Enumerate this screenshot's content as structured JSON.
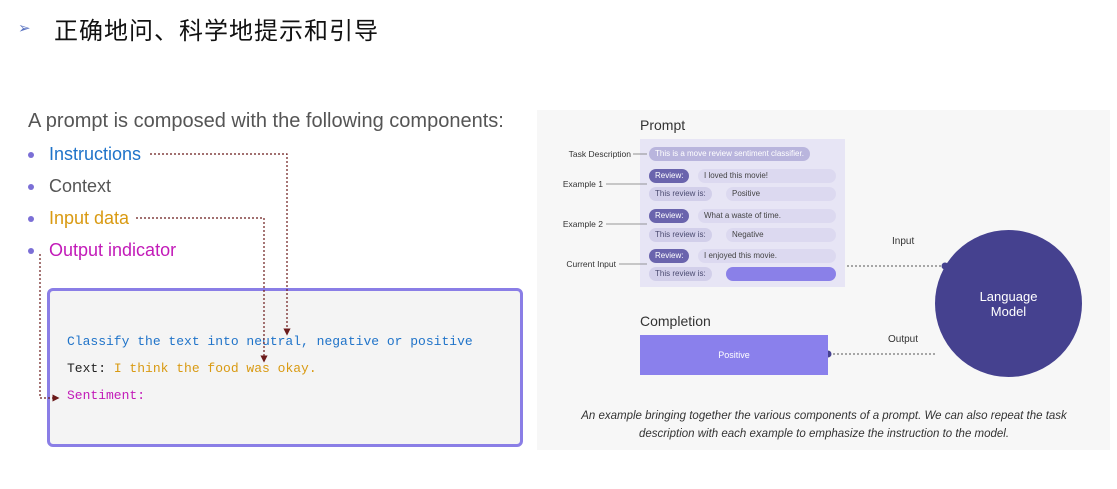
{
  "slide": {
    "bullet_glyph": "➢",
    "title": "正确地问、科学地提示和引导"
  },
  "left": {
    "intro": "A prompt is composed with the following components:",
    "components": [
      {
        "label": "Instructions",
        "color": "#1f73c9"
      },
      {
        "label": "Context",
        "color": "#555555"
      },
      {
        "label": "Input data",
        "color": "#d99a12"
      },
      {
        "label": "Output indicator",
        "color": "#c21ab8"
      }
    ],
    "code": {
      "line1": "Classify the text into neutral, negative or positive",
      "line1_color": "#1f73c9",
      "line2_prefix": "Text: ",
      "line2_value": "I think the food was okay.",
      "line2_color": "#d99a12",
      "line3": "Sentiment:",
      "line3_color": "#c21ab8"
    }
  },
  "figure": {
    "prompt_title": "Prompt",
    "labels": {
      "task": "Task Description",
      "ex1": "Example 1",
      "ex2": "Example 2",
      "current": "Current Input"
    },
    "task_text": "This is a move review sentiment classifier.",
    "examples": [
      {
        "review_tag": "Review:",
        "review": "I loved this movie!",
        "verdict_tag": "This review is:",
        "verdict": "Positive"
      },
      {
        "review_tag": "Review:",
        "review": "What a waste of time.",
        "verdict_tag": "This review is:",
        "verdict": "Negative"
      }
    ],
    "current": {
      "review_tag": "Review:",
      "review": "I enjoyed this movie.",
      "verdict_tag": "This review is:"
    },
    "completion_title": "Completion",
    "completion_value": "Positive",
    "input_label": "Input",
    "output_label": "Output",
    "model_line1": "Language",
    "model_line2": "Model",
    "caption_line1": "An example bringing together the various components of a prompt. We can also repeat the task",
    "caption_line2": "description with each example to emphasize the instruction to the model."
  }
}
